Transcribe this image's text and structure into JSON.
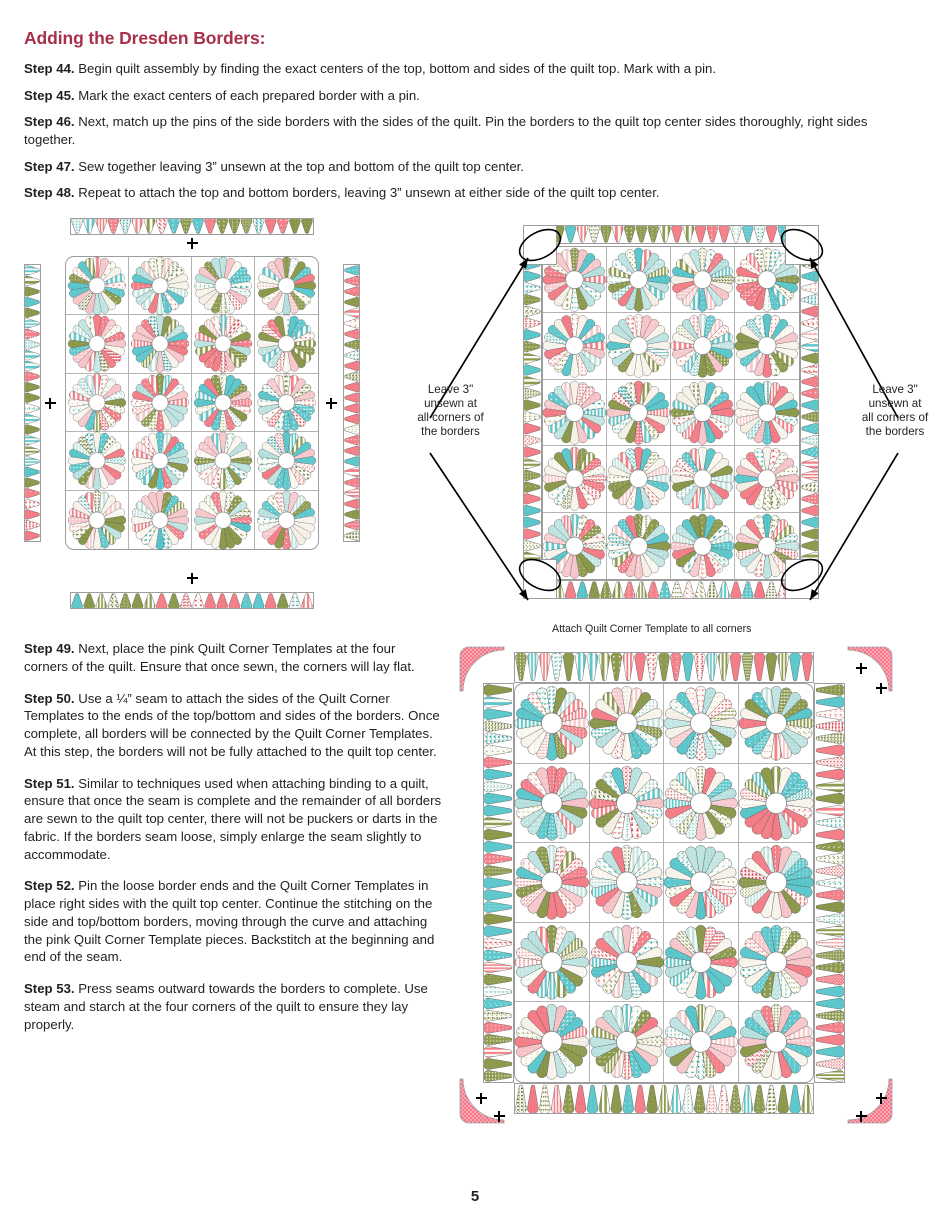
{
  "document": {
    "page_number": "5",
    "title": "Adding the Dresden Borders:"
  },
  "steps_top": [
    {
      "id": "step-44",
      "label": "Step 44.",
      "text": " Begin quilt assembly by finding the exact centers of the top, bottom and sides of the quilt top. Mark with a pin."
    },
    {
      "id": "step-45",
      "label": "Step 45.",
      "text": " Mark the exact centers of each prepared border with a pin."
    },
    {
      "id": "step-46",
      "label": "Step 46.",
      "text": " Next, match up the pins of the side borders with the sides of the quilt. Pin the borders to the quilt top center sides thoroughly, right sides together."
    },
    {
      "id": "step-47",
      "label": "Step 47.",
      "text": " Sew together leaving 3” unsewn at the top and bottom of the quilt top center."
    },
    {
      "id": "step-48",
      "label": "Step 48.",
      "text": " Repeat to attach the top and bottom borders, leaving 3” unsewn at either side of the quilt top center."
    }
  ],
  "steps_lower": [
    {
      "id": "step-49",
      "label": "Step 49.",
      "text": " Next, place the pink Quilt Corner Templates at the four corners of the quilt. Ensure that once sewn, the corners will lay flat."
    },
    {
      "id": "step-50",
      "label": "Step 50.",
      "text": " Use a ¼” seam to attach the sides of the Quilt Corner Templates to the ends of the top/bottom and sides of the borders. Once complete, all borders will be connected by the Quilt Corner Templates. At this step, the borders will not be fully attached to the quilt top center."
    },
    {
      "id": "step-51",
      "label": "Step 51.",
      "text": " Similar to techniques used when attaching binding to a quilt, ensure that once the seam is complete and the remainder of all borders are sewn to the quilt top center, there will not be puckers or darts in the fabric. If the borders seam loose, simply enlarge the seam slightly to accommodate."
    },
    {
      "id": "step-52",
      "label": "Step 52.",
      "text": " Pin the loose border ends and the Quilt Corner Templates in place right sides with the quilt top center. Continue the stitching on the side and top/bottom borders, moving through the curve and attaching the pink Quilt Corner Template pieces. Backstitch at the beginning and end of the seam."
    },
    {
      "id": "step-53",
      "label": "Step 53.",
      "text": " Press seams outward towards the borders to complete. Use steam and starch at the four corners of the quilt to ensure they lay properly."
    }
  ],
  "diagrams": {
    "quilt_pinned": {
      "name": "Quilt top center with borders pinned",
      "grid_columns": 4,
      "grid_rows": 5,
      "petals_per_block": 20,
      "top_border_wedges": 20,
      "side_border_wedges": 26
    },
    "quilt_unsewn": {
      "name": "Quilt with 3 inch unsewn corners",
      "grid_columns": 4,
      "grid_rows": 5,
      "annotation_left": "Leave 3\"\nunsewn at\nall corners of\nthe borders",
      "annotation_left_lines": [
        "Leave 3\"",
        "unsewn at",
        "all corners of",
        "the borders"
      ],
      "annotation_right_lines": [
        "Leave 3\"",
        "unsewn at",
        "all corners of",
        "the borders"
      ]
    },
    "quilt_corners": {
      "name": "Quilt with corner templates attached",
      "caption": "Attach Quilt Corner Template to all corners",
      "grid_columns": 4,
      "grid_rows": 5
    }
  },
  "palette": {
    "title_crimson": "#a8304a",
    "coral": "#f4808a",
    "coral_deep": "#ef6b78",
    "teal": "#5ec8cd",
    "teal_deep": "#3fb6bd",
    "olive": "#8e9b4e",
    "olive_deep": "#77853c",
    "cream": "#f7f3ea",
    "pink_template": "#f4798a",
    "outline": "#6f6f6f",
    "grid_line": "#b4b4b4",
    "panel_line": "#9d9d9d",
    "text": "#231f20"
  }
}
